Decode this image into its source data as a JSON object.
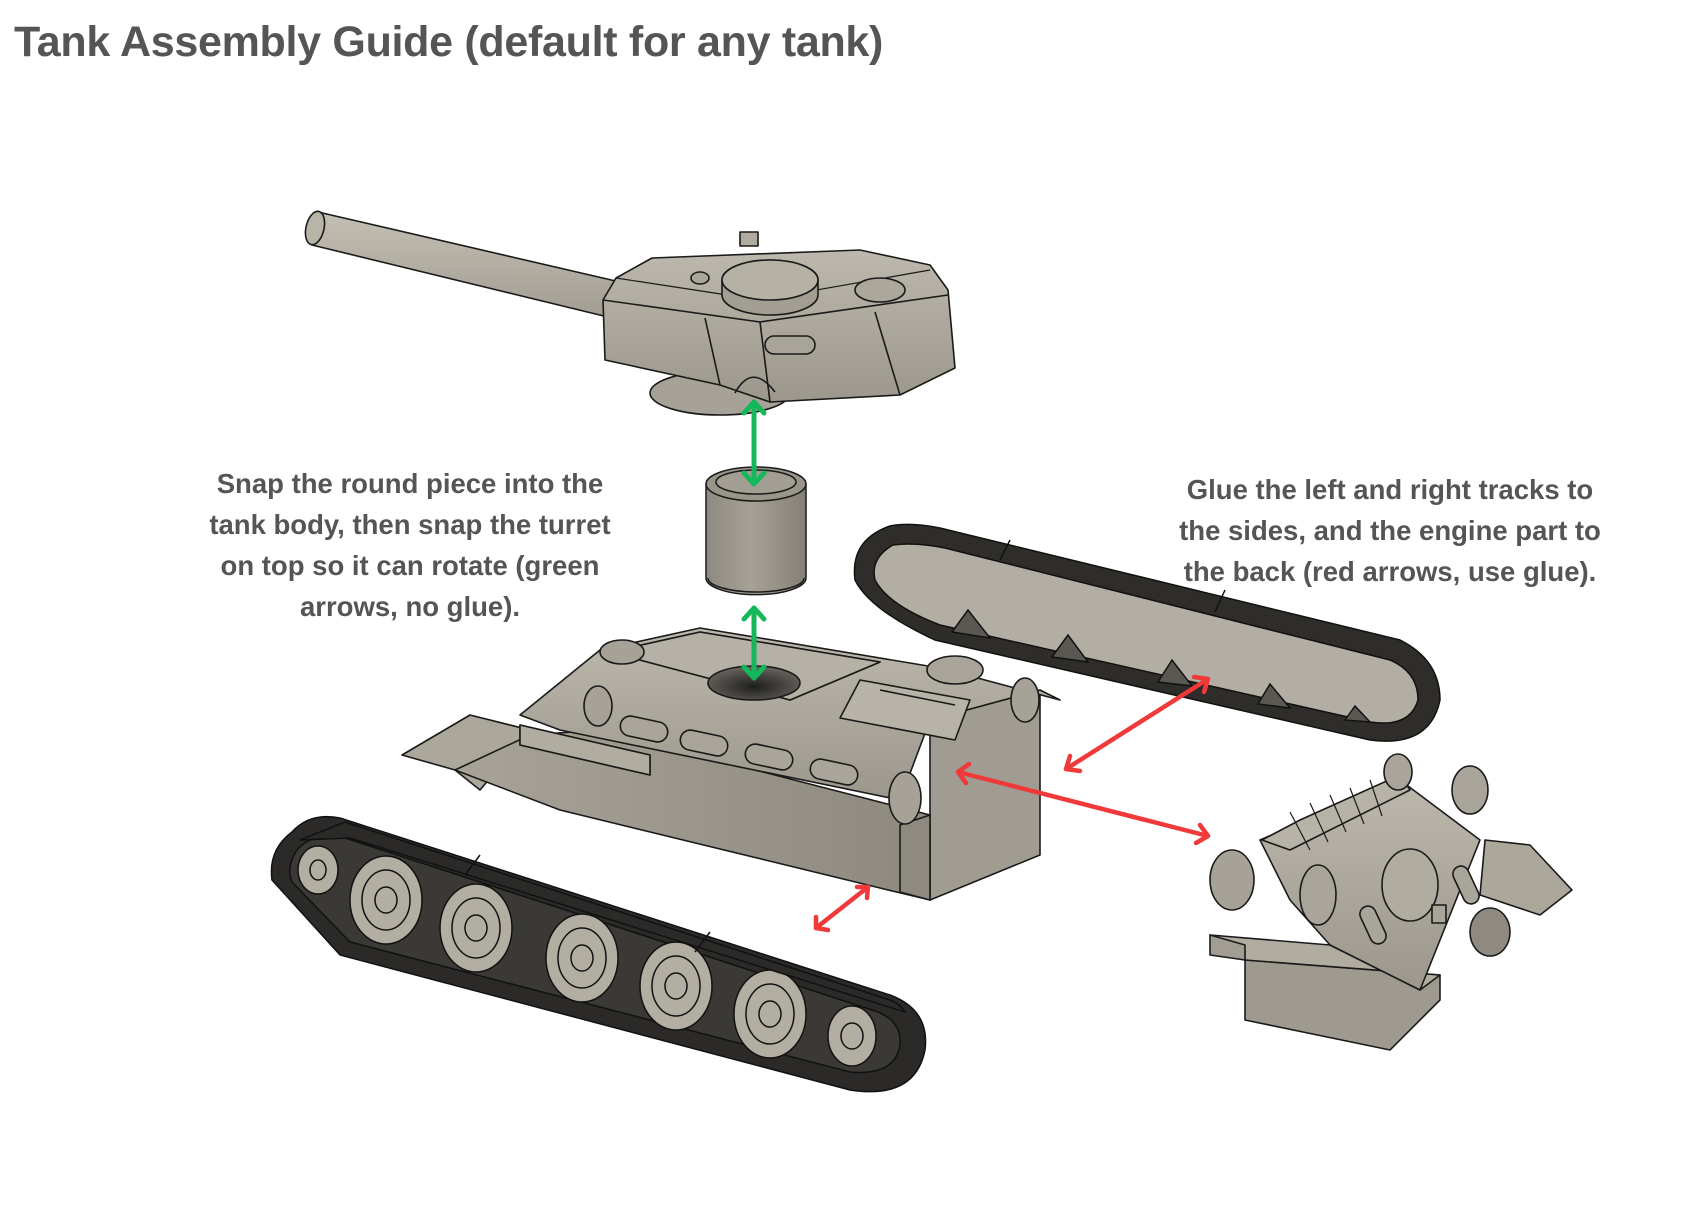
{
  "title": "Tank Assembly Guide (default for any tank)",
  "captions": {
    "left": {
      "lines": [
        "Snap the round piece into the",
        "tank body, then snap the turret",
        "on top so it can rotate (green",
        "arrows, no glue)."
      ]
    },
    "right": {
      "lines": [
        "Glue the left and right tracks to",
        "the sides, and the engine part to",
        "the back (red arrows, use glue)."
      ]
    }
  },
  "parts": [
    {
      "id": "turret",
      "label": "Turret with gun barrel"
    },
    {
      "id": "turret-ring",
      "label": "Round rotation piece"
    },
    {
      "id": "hull",
      "label": "Tank body"
    },
    {
      "id": "left-track",
      "label": "Left track"
    },
    {
      "id": "right-track",
      "label": "Right track"
    },
    {
      "id": "engine",
      "label": "Engine part"
    }
  ],
  "arrows": {
    "snap": {
      "meaning": "snap fit, no glue",
      "color": "#14b85a"
    },
    "glue": {
      "meaning": "glue joint",
      "color": "#f03a3a"
    }
  },
  "colors": {
    "text": "#555555",
    "part_fill": "#b3aea2",
    "part_shade": "#8f8a7f",
    "track": "#2b2a28",
    "outline": "#1a1a1a"
  }
}
